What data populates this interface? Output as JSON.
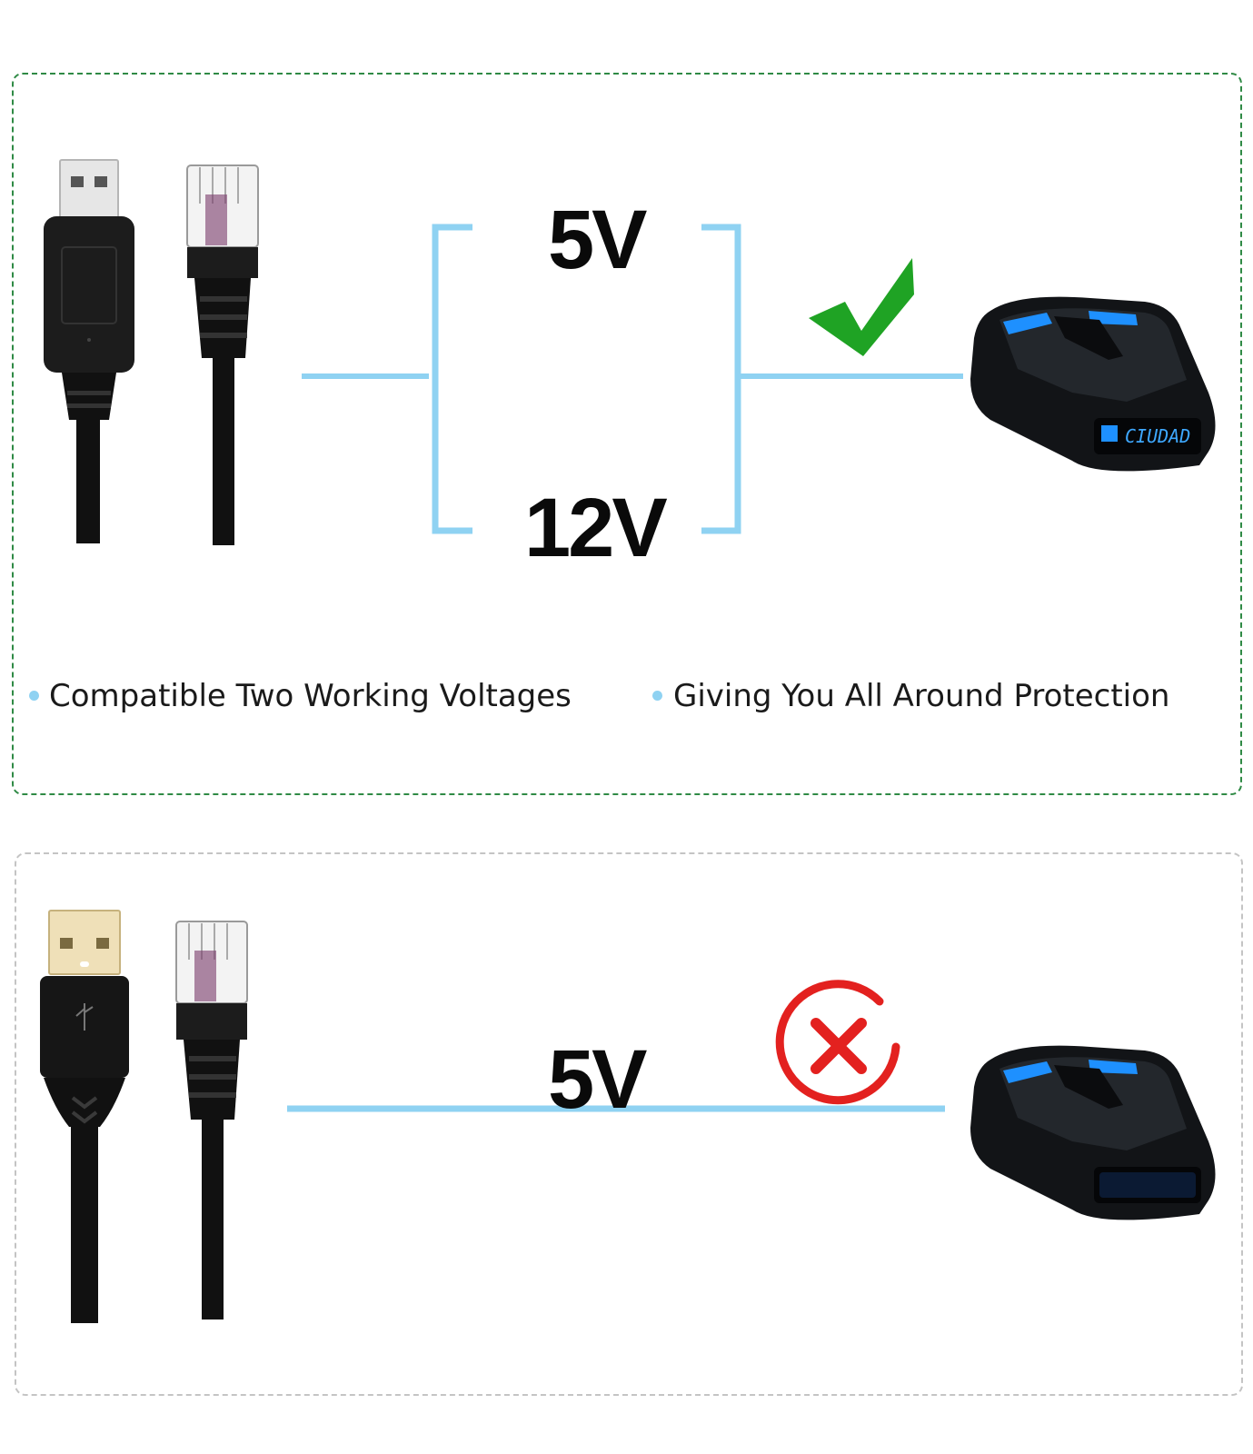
{
  "panel_top": {
    "voltage_upper": "5V",
    "voltage_lower": "12V",
    "features": [
      "Compatible Two Working Voltages",
      "Giving You All Around Protection"
    ],
    "detector_display_text": "CIUDAD",
    "status_icon": "checkmark-icon"
  },
  "panel_bottom": {
    "voltage": "5V",
    "status_icon": "cross-circle-icon"
  },
  "colors": {
    "accent_line": "#8fd2f2",
    "check_green": "#1fa324",
    "cross_red": "#e3211f",
    "panel_border_good": "#2f8a45",
    "panel_border_neutral": "#c4c4c4",
    "device_blue": "#1e90ff"
  }
}
